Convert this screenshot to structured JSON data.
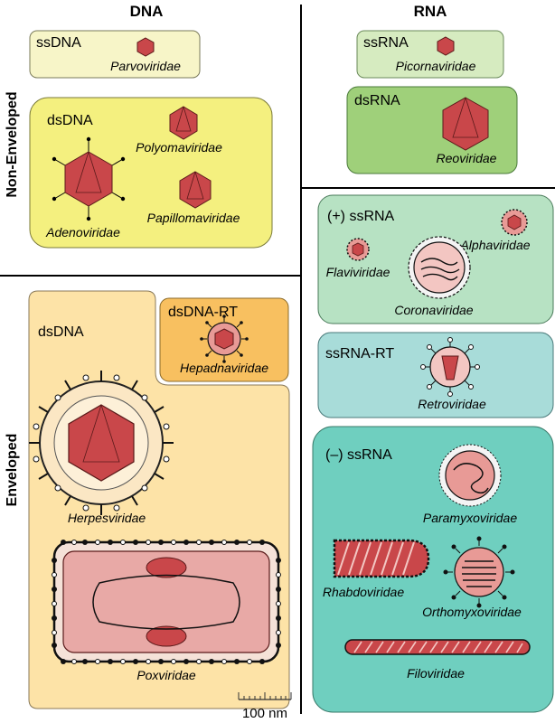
{
  "headers": {
    "dna": "DNA",
    "rna": "RNA"
  },
  "side_labels": {
    "non_enveloped": "Non-Enveloped",
    "enveloped": "Enveloped"
  },
  "groups": {
    "ssdna": "ssDNA",
    "dsdna_naked": "dsDNA",
    "ssrna": "ssRNA",
    "dsrna": "dsRNA",
    "dsdna_env": "dsDNA",
    "dsdna_rt": "dsDNA-RT",
    "pos_ssrna": "(+) ssRNA",
    "ssrna_rt": "ssRNA-RT",
    "neg_ssrna": "(–) ssRNA"
  },
  "families": {
    "parvoviridae": "Parvoviridae",
    "polyomaviridae": "Polyomaviridae",
    "adenoviridae": "Adenoviridae",
    "papillomaviridae": "Papillomaviridae",
    "picornaviridae": "Picornaviridae",
    "reoviridae": "Reoviridae",
    "hepadnaviridae": "Hepadnaviridae",
    "herpesviridae": "Herpesviridae",
    "poxviridae": "Poxviridae",
    "flaviviridae": "Flaviviridae",
    "alphaviridae": "Alphaviridae",
    "coronaviridae": "Coronaviridae",
    "retroviridae": "Retroviridae",
    "paramyxoviridae": "Paramyxoviridae",
    "rhabdoviridae": "Rhabdoviridae",
    "orthomyxoviridae": "Orthomyxoviridae",
    "filoviridae": "Filoviridae"
  },
  "scale_bar": {
    "label": "100 nm"
  },
  "colors": {
    "ssdna_fill": "#f7f5c8",
    "dsdna_fill": "#f4f07f",
    "ssrna_fill": "#d6ebc0",
    "dsrna_fill": "#9fd07a",
    "env_dsdna_fill": "#fde3a7",
    "dsdna_rt_fill": "#f8c060",
    "pos_ssrna_fill": "#b7e2c3",
    "ssrna_rt_fill": "#a8dcd9",
    "neg_ssrna_fill": "#6fcfbf",
    "capsid": "#c9474a",
    "capsid_light": "#e89a96",
    "pox_fill": "#e8a9a6"
  }
}
